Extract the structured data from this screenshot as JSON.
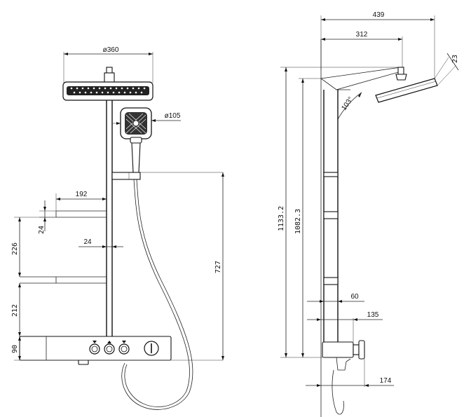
{
  "front_view": {
    "head_diameter": "ø360",
    "handshower_diameter": "ø105",
    "bar_length": "192",
    "bar_thickness_top": "24",
    "bar_spacing": "226",
    "pipe_width": "24",
    "lower_spacing": "212",
    "base_height": "90",
    "hose_height": "727"
  },
  "side_view": {
    "total_depth": "439",
    "arm_length": "312",
    "head_thickness": "23",
    "angle": "103°",
    "total_height": "1133.2",
    "pipe_height": "1082.3",
    "wall_offset": "60",
    "mixer_depth": "135",
    "outlet_depth": "174"
  }
}
